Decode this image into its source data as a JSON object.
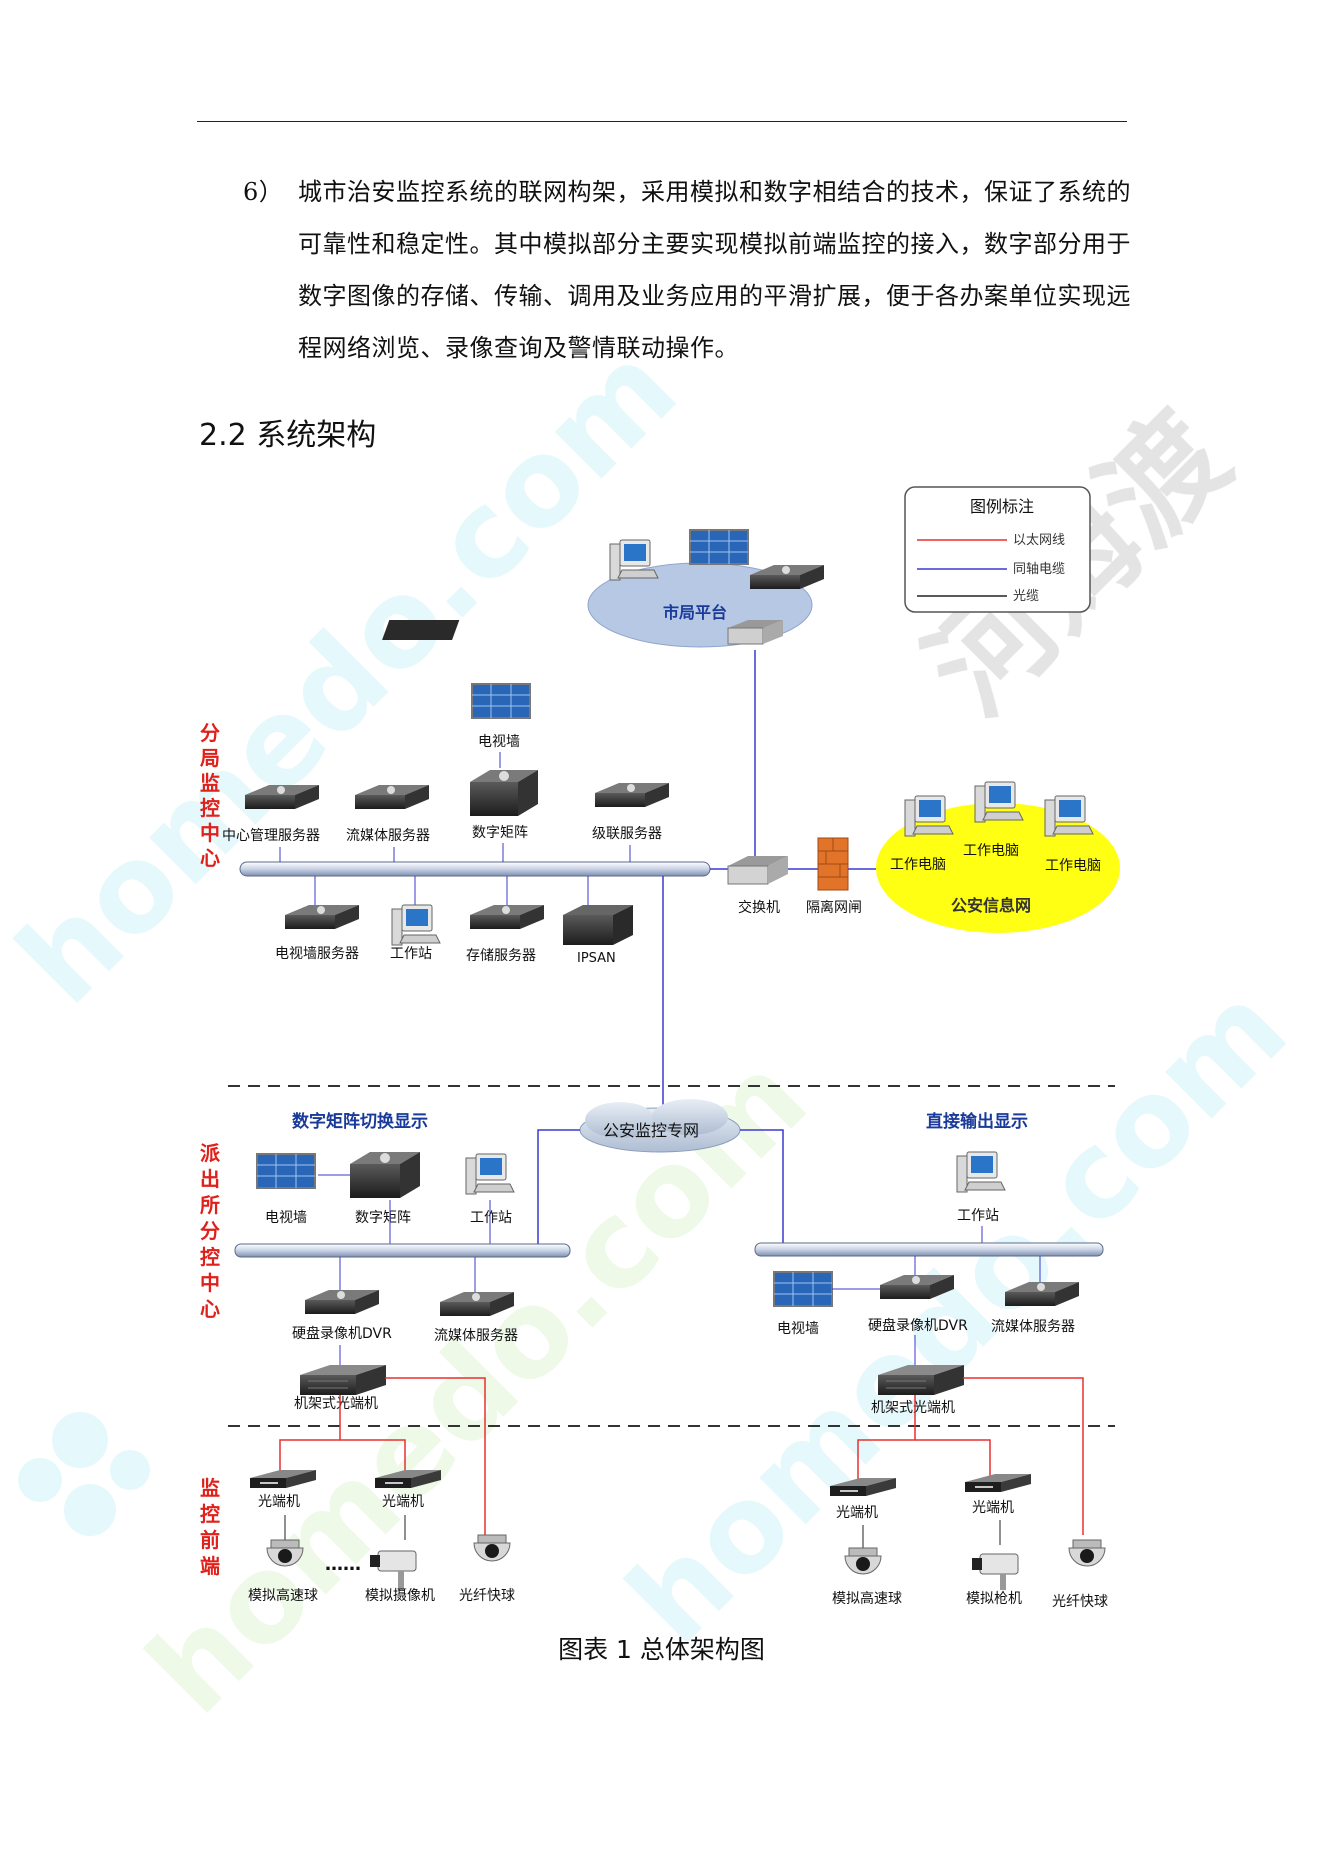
{
  "paragraph": {
    "number": "6）",
    "text": "城市治安监控系统的联网构架，采用模拟和数字相结合的技术，保证了系统的可靠性和稳定性。其中模拟部分主要实现模拟前端监控的接入，数字部分用于数字图像的存储、传输、调用及业务应用的平滑扩展，便于各办案单位实现远程网络浏览、录像查询及警情联动操作。"
  },
  "section_heading": "2.2 系统架构",
  "legend": {
    "title": "图例标注",
    "ethernet": "以太网线",
    "coax": "同轴电缆",
    "fiber": "光缆",
    "colors": {
      "ethernet": "#e83030",
      "coax": "#3a3ad0",
      "fiber": "#222222"
    }
  },
  "city": {
    "platform": "市局平台"
  },
  "branch_center": {
    "side_label": [
      "分",
      "局",
      "监",
      "控",
      "中",
      "心"
    ],
    "tv_wall": "电视墙",
    "center_mgmt_server": "中心管理服务器",
    "stream_server": "流媒体服务器",
    "digital_matrix": "数字矩阵",
    "cascade_server": "级联服务器",
    "tv_wall_server": "电视墙服务器",
    "workstation": "工作站",
    "storage_server": "存储服务器",
    "ipsan": "IPSAN",
    "switch": "交换机",
    "gateway": "隔离网闸",
    "police_net": "公安信息网",
    "pc_1": "工作电脑",
    "pc_2": "工作电脑",
    "pc_3": "工作电脑"
  },
  "police_private_net": "公安监控专网",
  "station_center": {
    "side_label": [
      "派",
      "出",
      "所",
      "分",
      "控",
      "中",
      "心"
    ],
    "left_title": "数字矩阵切换显示",
    "right_title": "直接输出显示",
    "left": {
      "tv_wall": "电视墙",
      "digital_matrix": "数字矩阵",
      "workstation": "工作站",
      "dvr": "硬盘录像机DVR",
      "stream_server": "流媒体服务器",
      "rack_optical": "机架式光端机"
    },
    "right": {
      "workstation": "工作站",
      "tv_wall": "电视墙",
      "dvr": "硬盘录像机DVR",
      "stream_server": "流媒体服务器",
      "rack_optical": "机架式光端机"
    }
  },
  "front_end": {
    "side_label": [
      "监",
      "控",
      "前",
      "端"
    ],
    "left": {
      "optical_1": "光端机",
      "optical_2": "光端机",
      "dots": "……",
      "dome": "模拟高速球",
      "camera": "模拟摄像机",
      "fiber_dome": "光纤快球"
    },
    "right": {
      "optical_1": "光端机",
      "optical_2": "光端机",
      "dome": "模拟高速球",
      "gun": "模拟枪机",
      "fiber_dome": "光纤快球"
    }
  },
  "caption": "图表 1 总体架构图",
  "watermark": {
    "text_1": "homedo.com",
    "text_2": "河姆渡"
  }
}
